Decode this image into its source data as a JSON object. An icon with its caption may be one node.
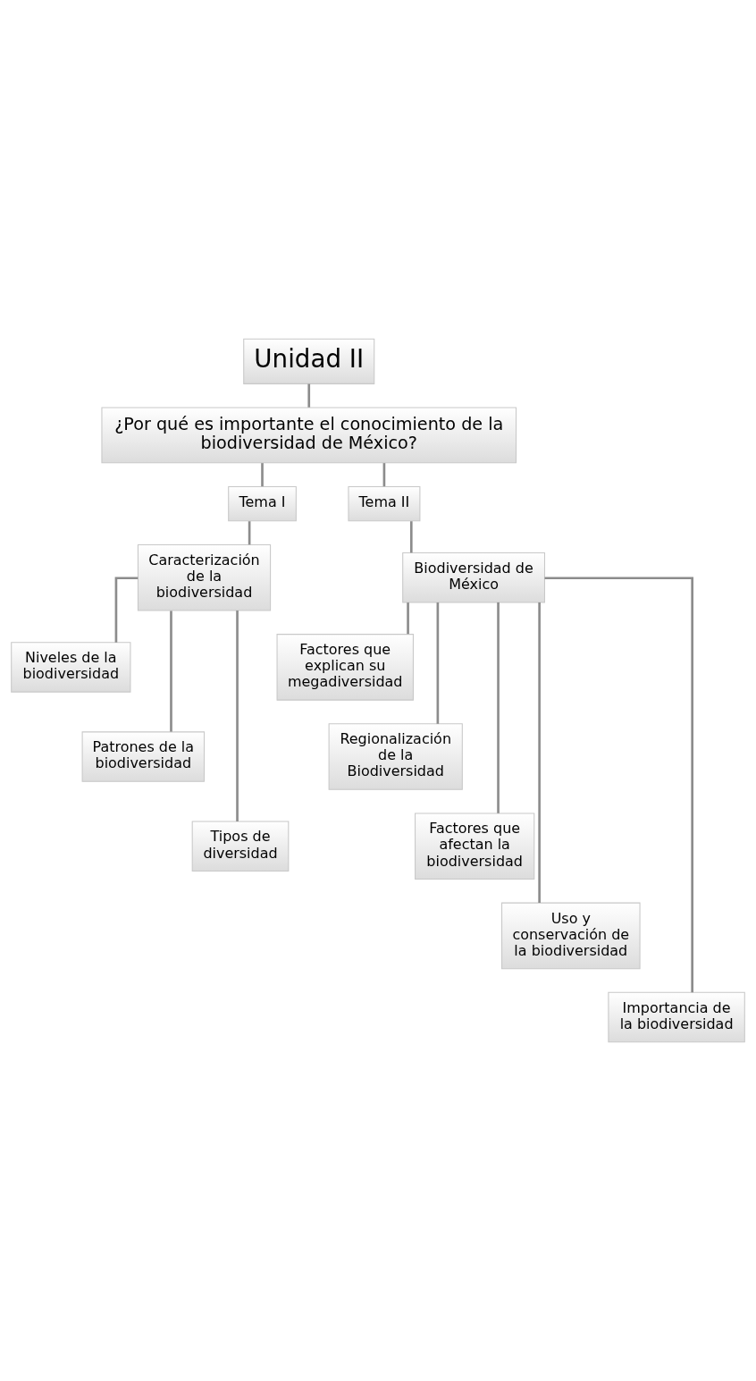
{
  "diagram": {
    "nodes": [
      {
        "text": [
          "Unidad II"
        ]
      },
      {
        "text": [
          "¿Por qué es importante el conocimiento de la biodiversidad de México?"
        ]
      },
      {
        "text": [
          "Tema I"
        ]
      },
      {
        "text": [
          "Tema II"
        ]
      },
      {
        "text": [
          "Caracterización de la biodiversidad"
        ]
      },
      {
        "text": [
          "Biodiversidad de México"
        ]
      },
      {
        "text": [
          "Niveles de la biodiversidad"
        ]
      },
      {
        "text": [
          "Patrones de la biodiversidad"
        ]
      },
      {
        "text": [
          "Tipos de diversidad"
        ]
      },
      {
        "text": [
          "Factores que explican su megadiversidad"
        ]
      },
      {
        "text": [
          "Regionalización de la Biodiversidad"
        ]
      },
      {
        "text": [
          "Factores que afectan la biodiversidad"
        ]
      },
      {
        "text": [
          "Uso y conservación de la biodiversidad"
        ]
      },
      {
        "text": [
          "Importancia de la biodiversidad"
        ]
      }
    ],
    "edges": [
      {
        "from": 0,
        "to": 1,
        "arrow": "none"
      },
      {
        "from": 1,
        "to": 2,
        "arrow": "none"
      },
      {
        "from": 1,
        "to": 3,
        "arrow": "none"
      },
      {
        "from": 2,
        "to": 4,
        "arrow": "none"
      },
      {
        "from": 3,
        "to": 5,
        "arrow": "none"
      },
      {
        "from": 4,
        "to": 6,
        "arrow": "none"
      },
      {
        "from": 4,
        "to": 7,
        "arrow": "none"
      },
      {
        "from": 4,
        "to": 8,
        "arrow": "none"
      },
      {
        "from": 5,
        "to": 9,
        "arrow": "none"
      },
      {
        "from": 5,
        "to": 10,
        "arrow": "none"
      },
      {
        "from": 5,
        "to": 11,
        "arrow": "none"
      },
      {
        "from": 5,
        "to": 12,
        "arrow": "none"
      },
      {
        "from": 5,
        "to": 13,
        "arrow": "none"
      }
    ]
  }
}
